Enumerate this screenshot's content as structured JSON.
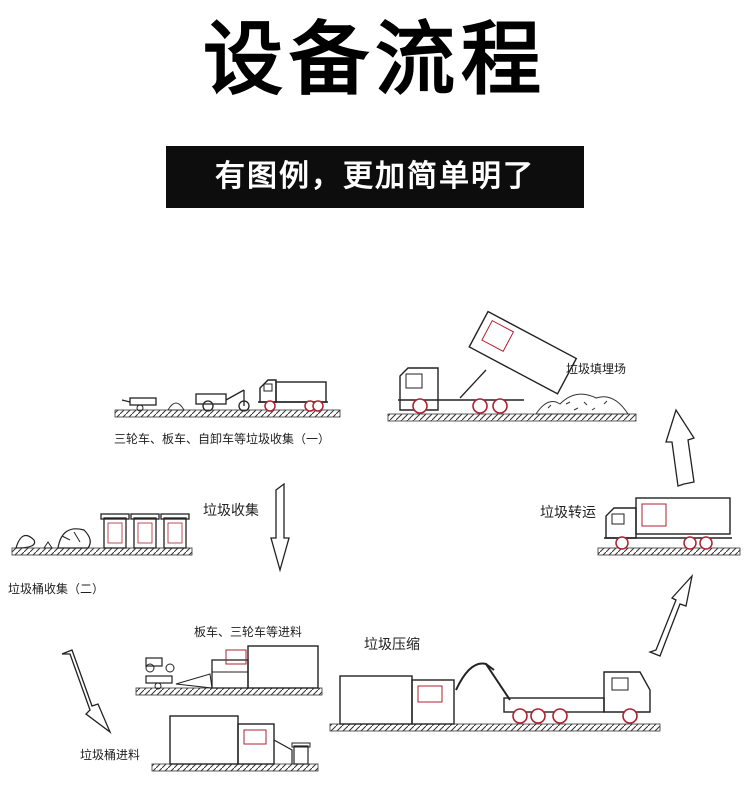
{
  "title": "设备流程",
  "subtitle": "有图例，更加简单明了",
  "steps": {
    "collect_one": "三轮车、板车、自卸车等垃圾收集（一）",
    "collect_two": "垃圾桶收集（二）",
    "collect": "垃圾收集",
    "feed_carts": "板车、三轮车等进料",
    "bin_feed": "垃圾桶进料",
    "compress": "垃圾压缩",
    "transfer": "垃圾转运",
    "landfill": "垃圾填埋场"
  },
  "colors": {
    "ink": "#1a1a1a",
    "accent": "#b02030",
    "ground": "#444444"
  }
}
